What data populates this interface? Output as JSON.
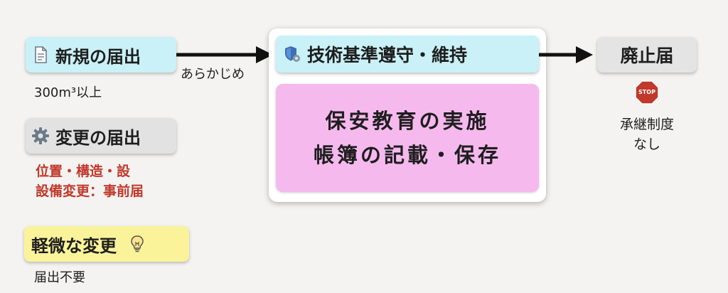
{
  "new_notice": {
    "title": "新規の届出",
    "condition": "300m³以上",
    "icon": "document-icon"
  },
  "arrow_1_label": "あらかじめ",
  "change_notice": {
    "title": "変更の届出",
    "note_lines": [
      "位置・構造・設",
      "設備変更：事前届"
    ],
    "icon": "gear-icon",
    "note_color": "#c0392b"
  },
  "minor_change": {
    "title": "軽微な変更",
    "note": "届出不要",
    "icon": "lightbulb-icon"
  },
  "compliance": {
    "title": "技術基準遵守・維持",
    "icon": "shield-gear-icon",
    "duties": [
      "保安教育の実施",
      "帳簿の記載・保存"
    ]
  },
  "abolition": {
    "title": "廃止届",
    "stop_label": "STOP",
    "note_lines": [
      "承継制度",
      "なし"
    ],
    "icon": "stop-sign-icon"
  },
  "colors": {
    "cyan": "#c9f1f7",
    "pink": "#f6b9ee",
    "yellow": "#fbf39a",
    "gray": "#e2e2e2",
    "stop_red": "#c0392b"
  }
}
